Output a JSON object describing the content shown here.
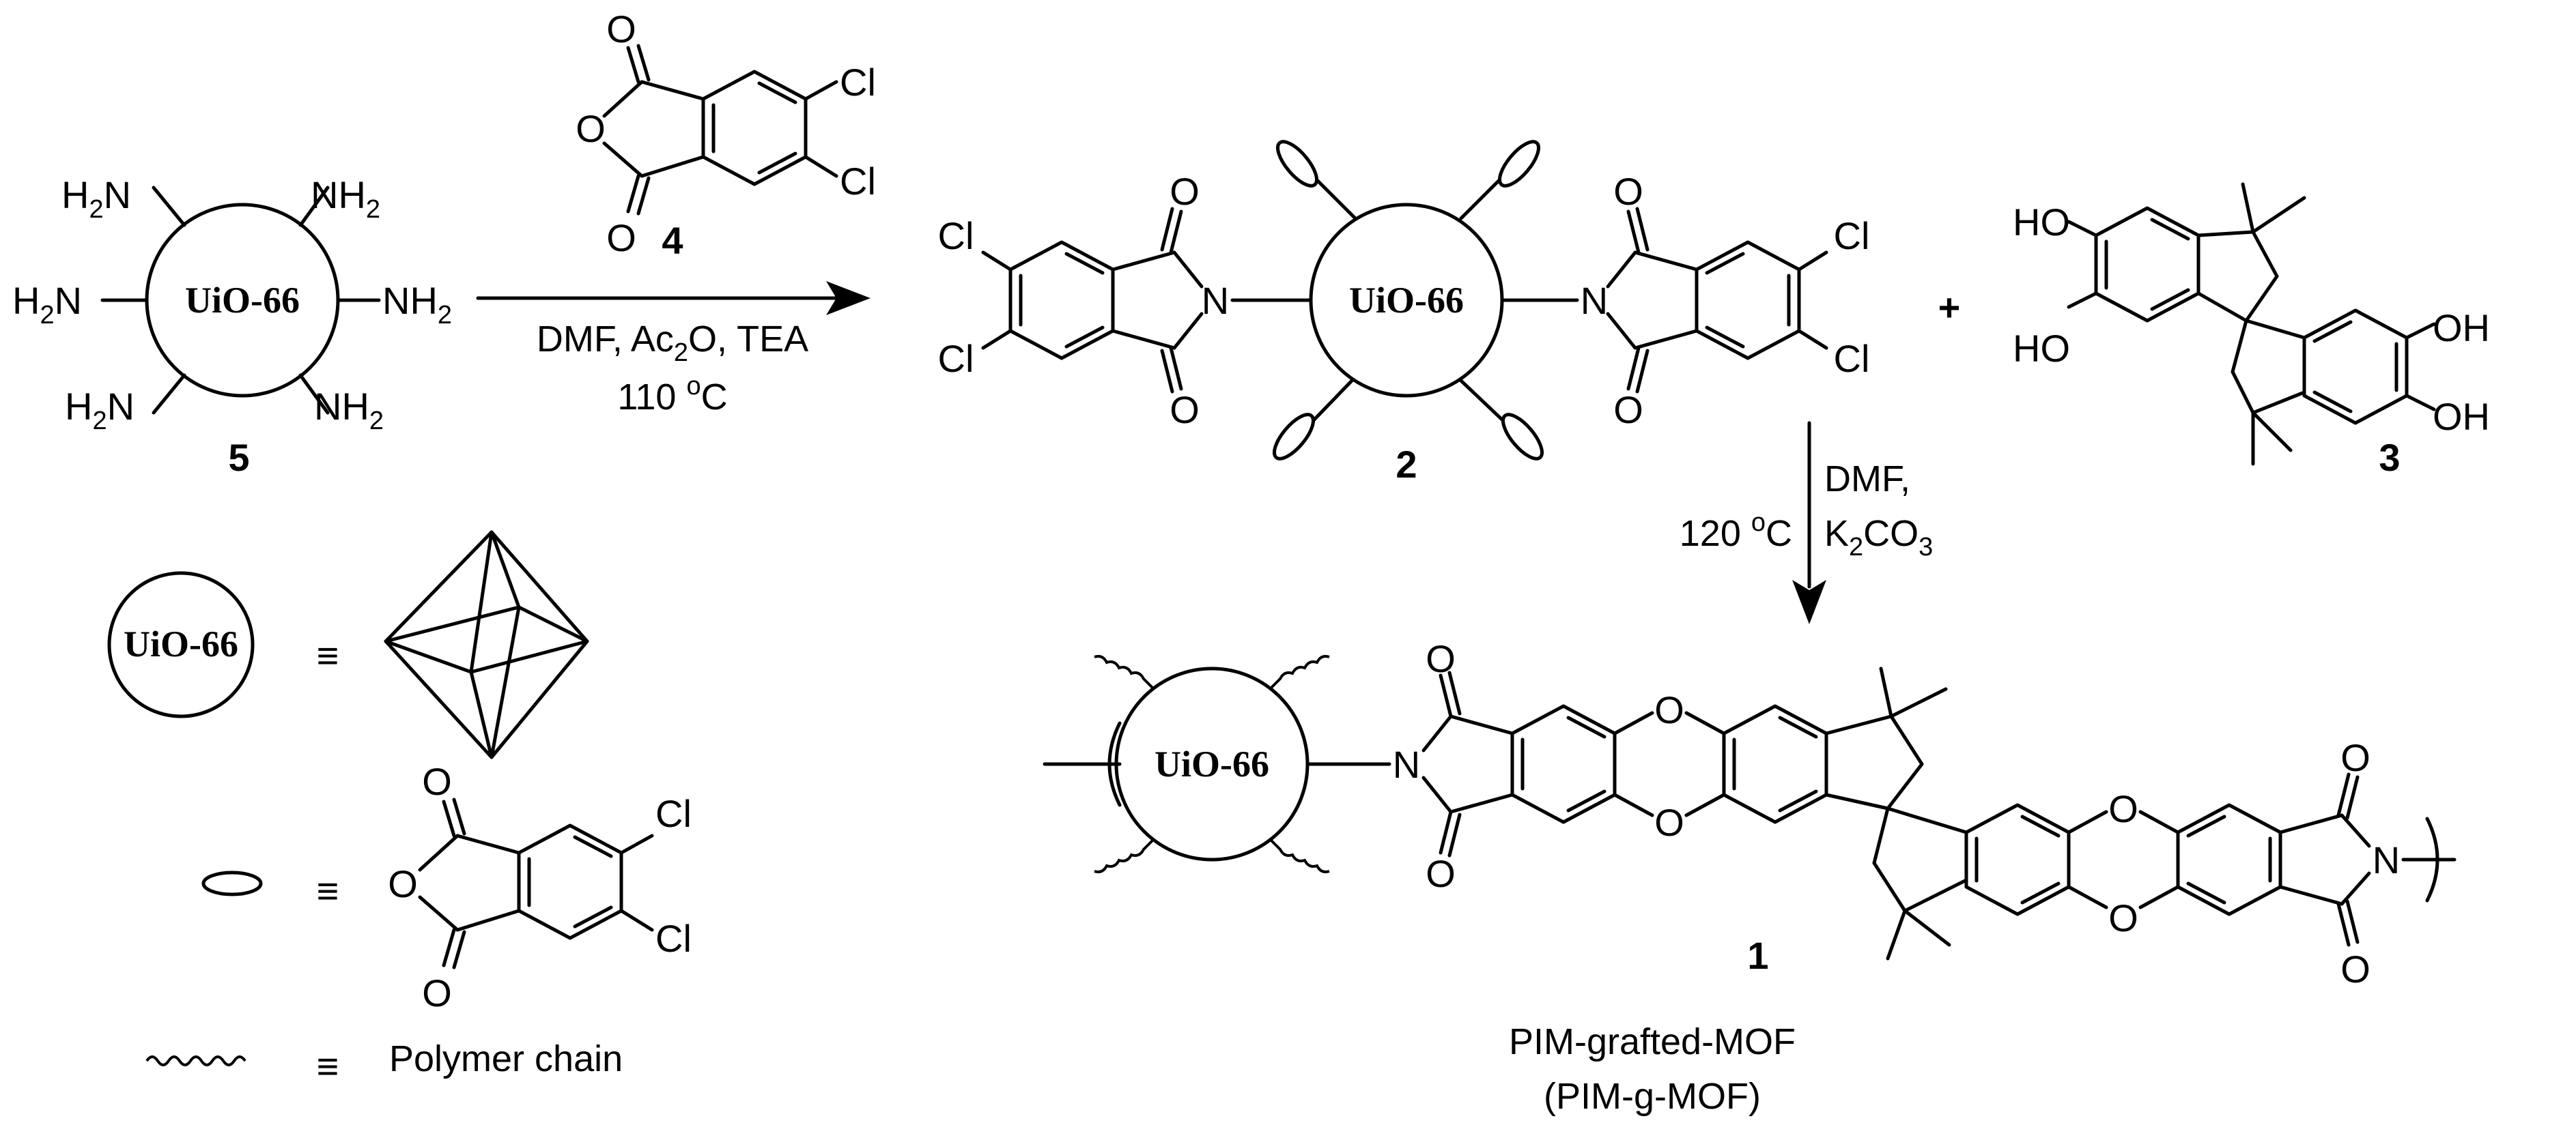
{
  "atoms": {
    "nh2": "NH",
    "h2n": "H",
    "h2n_n": "N",
    "two": "2",
    "o": "O",
    "cl": "Cl",
    "n": "N",
    "ho": "HO",
    "oh": "OH",
    "plus": "+"
  },
  "mof": {
    "name": "UiO-66"
  },
  "compounds": {
    "c1": "1",
    "c2": "2",
    "c3": "3",
    "c4": "4",
    "c5": "5"
  },
  "conditions": {
    "step1_line1": "DMF, Ac",
    "step1_sub1": "2",
    "step1_line1b": "O, TEA",
    "step1_temp": "110 ",
    "step1_deg": "o",
    "step1_unit": "C",
    "step2_temp": "120 ",
    "step2_deg": "o",
    "step2_unit": "C",
    "step2_solvent": "DMF,",
    "step2_base": "K",
    "step2_sub": "2",
    "step2_base2": "CO",
    "step2_sub2": "3"
  },
  "legend": {
    "equiv": "≡",
    "polymer_chain": "Polymer chain"
  },
  "product": {
    "title": "PIM-grafted-MOF",
    "abbrev": "(PIM-g-MOF)"
  }
}
